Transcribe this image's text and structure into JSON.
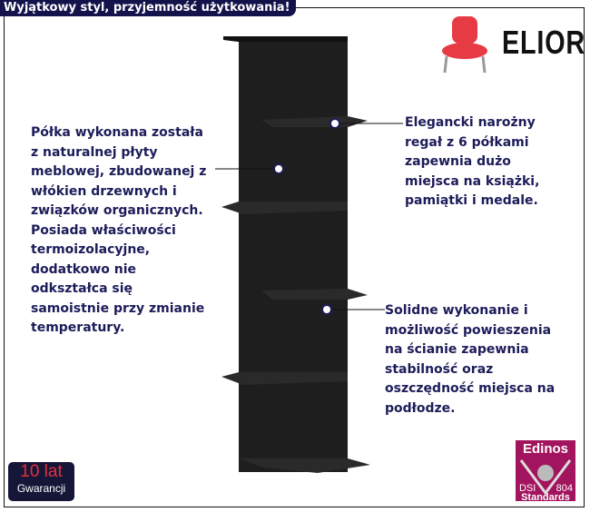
{
  "title": "Wyjątkowy styl, przyjemność użytkowania!",
  "brand": "ELIOR",
  "left_text": [
    "Półka wykonana została",
    "z naturalnej płyty",
    "meblowej, zbudowanej z",
    "włókien drzewnych i",
    "związków organicznych.",
    "Posiada właściwości",
    "termoizolacyjne,",
    "dodatkowo nie",
    "odkształca się",
    "samoistnie przy zmianie",
    "temperatury."
  ],
  "right_top_text": [
    "Elegancki narożny",
    "regał z 6 półkami",
    "zapewnia dużo",
    "miejsca na książki,",
    "pamiątki i medale."
  ],
  "right_bottom_text": [
    "Solidne wykonanie i",
    "możliwość powieszenia",
    "na ścianie zapewnia",
    "stabilność oraz",
    "oszczędność miejsca na",
    "podłodze."
  ],
  "warranty": {
    "years": "10 lat",
    "label": "Gwarancji"
  },
  "badge": {
    "name": "Edinos",
    "left": "DSI",
    "right": "804",
    "bottom": "Standards"
  },
  "colors": {
    "text": "#1c1c5a",
    "title_bg": "#14124a",
    "badge": "#a3145e"
  }
}
